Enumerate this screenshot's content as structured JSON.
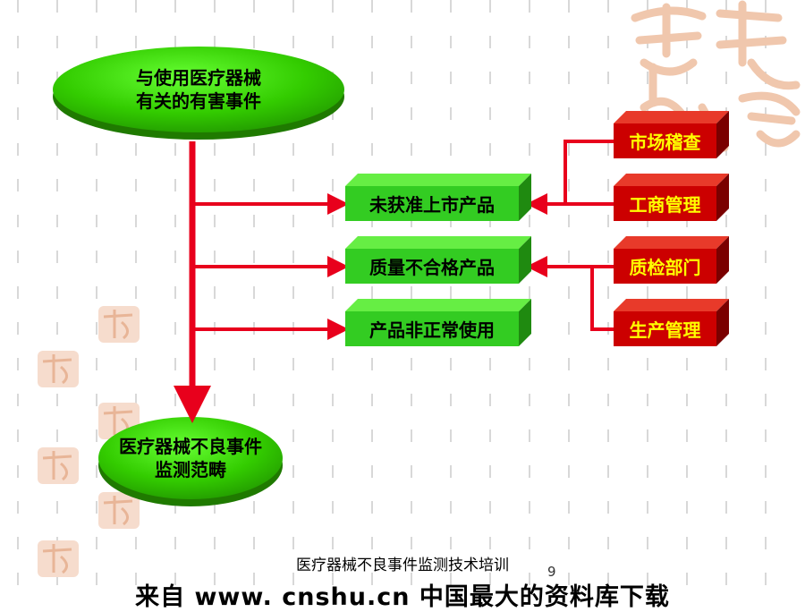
{
  "top_node": {
    "line1": "与使用医疗器械",
    "line2": "有关的有害事件"
  },
  "bottom_node": {
    "line1": "医疗器械不良事件",
    "line2": "监测范畴"
  },
  "green_boxes": [
    "未获准上市产品",
    "质量不合格产品",
    "产品非正常使用"
  ],
  "red_boxes": [
    "市场稽查",
    "工商管理",
    "质检部门",
    "生产管理"
  ],
  "watermark": {
    "text": "吉祥如意"
  },
  "footer": {
    "title": "医疗器械不良事件监测技术培训",
    "page_number": "9",
    "banner": "来自 www. cnshu.cn 中国最大的资料库下载"
  },
  "colors": {
    "arrow": "#e8001c",
    "green": "#33cc33",
    "red": "#cc0000",
    "label_on_red": "#ffff00"
  }
}
